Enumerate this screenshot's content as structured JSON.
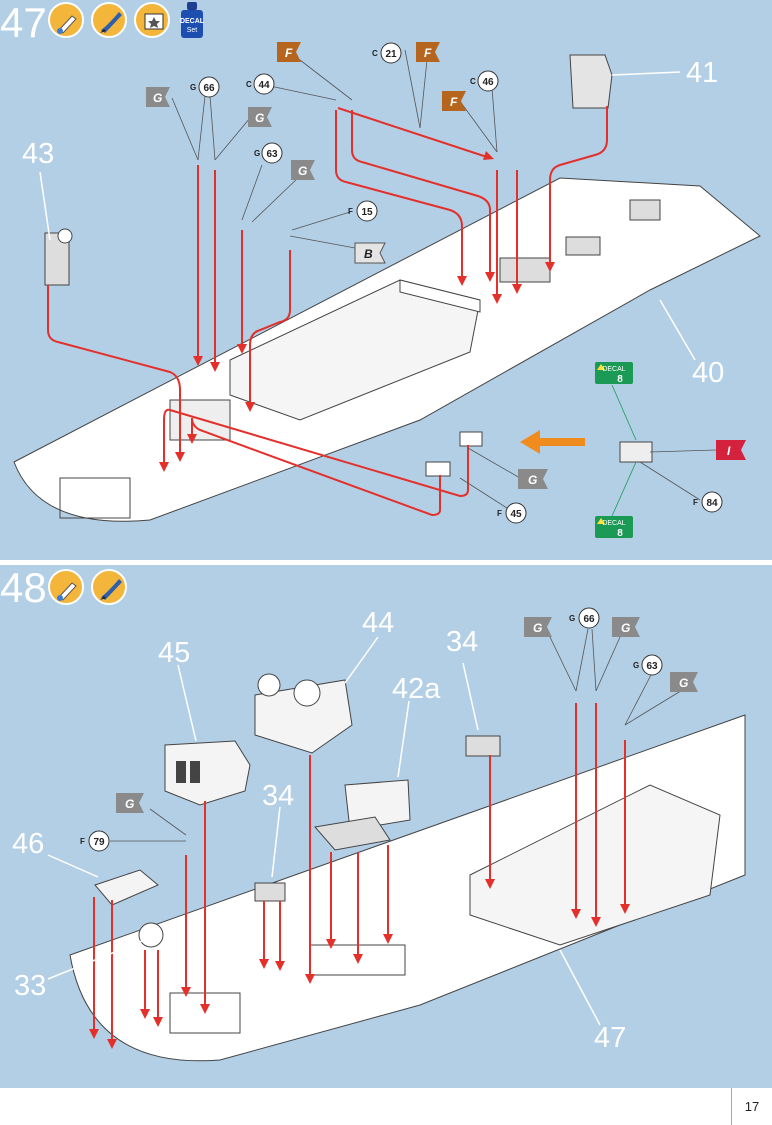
{
  "step47": {
    "number": "47",
    "decal_bottle_label": "DECAL\nSet",
    "callouts": [
      "43",
      "41",
      "40"
    ],
    "parts": [
      {
        "letter": "G",
        "num": "66"
      },
      {
        "letter": "C",
        "num": "44"
      },
      {
        "letter": "C",
        "num": "21"
      },
      {
        "letter": "C",
        "num": "46"
      },
      {
        "letter": "G",
        "num": "63"
      },
      {
        "letter": "F",
        "num": "15"
      },
      {
        "letter": "F",
        "num": "45"
      },
      {
        "letter": "F",
        "num": "84"
      }
    ],
    "paint_flags": [
      "G",
      "G",
      "G",
      "F",
      "F",
      "F",
      "B",
      "G",
      "I"
    ],
    "decals": [
      {
        "label": "DECAL",
        "num": "8"
      },
      {
        "label": "DECAL",
        "num": "8"
      }
    ]
  },
  "step48": {
    "number": "48",
    "callouts": [
      "44",
      "45",
      "42a",
      "34",
      "34",
      "46",
      "33",
      "47"
    ],
    "parts": [
      {
        "letter": "G",
        "num": "66"
      },
      {
        "letter": "G",
        "num": "63"
      },
      {
        "letter": "F",
        "num": "79"
      }
    ],
    "paint_flags": [
      "G",
      "G",
      "G",
      "G"
    ]
  },
  "page_number": "17",
  "colors": {
    "panel": "#b3cfe6",
    "arrow": "#e3302b",
    "flag_gray": "#8a8a8a",
    "flag_brown": "#b5651d",
    "flag_red": "#d4213d",
    "decal_green": "#1b9a56",
    "orange_arrow": "#f08c1e"
  }
}
